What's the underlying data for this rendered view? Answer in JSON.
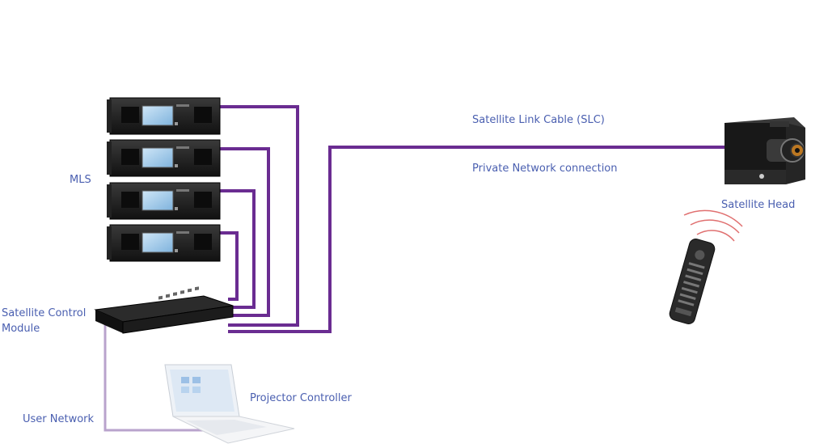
{
  "labels": {
    "mls": "MLS",
    "slc": "Satellite Link Cable (SLC)",
    "private_network": "Private Network connection",
    "satellite_head": "Satellite Head",
    "scm_line1": "Satellite Control",
    "scm_line2": "Module",
    "projector_controller": "Projector Controller",
    "user_network": "User Network"
  },
  "colors": {
    "label_text": "#4a5fb0",
    "purple_cable": "#6a2c91",
    "user_network_cable": "#b9a3cc",
    "slc_gradient": [
      "#ff0000",
      "#00cc44",
      "#1a1adf"
    ]
  }
}
